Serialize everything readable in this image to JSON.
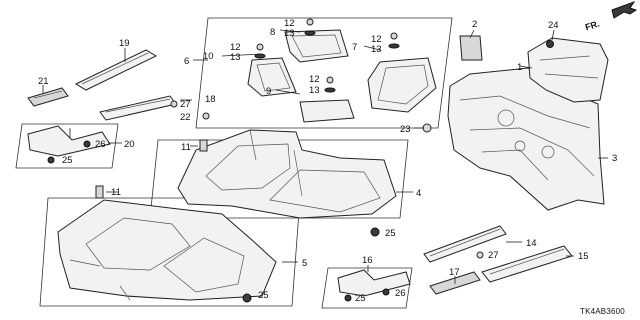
{
  "diagram": {
    "code": "TK4AB3600",
    "direction_label": "FR.",
    "callouts": {
      "c1": "1",
      "c2": "2",
      "c3": "3",
      "c4": "4",
      "c5": "5",
      "c6": "6",
      "c7": "7",
      "c8": "8",
      "c9": "9",
      "c10": "10",
      "c11a": "11",
      "c11b": "11",
      "c12a": "12",
      "c12b": "12",
      "c12c": "12",
      "c12d": "12",
      "c13a": "13",
      "c13b": "13",
      "c13c": "13",
      "c13d": "13",
      "c14": "14",
      "c15": "15",
      "c16": "16",
      "c17": "17",
      "c18": "18",
      "c19": "19",
      "c20": "20",
      "c21": "21",
      "c22": "22",
      "c23": "23",
      "c24": "24",
      "c25a": "25",
      "c25b": "25",
      "c25c": "25",
      "c25d": "25",
      "c26a": "26",
      "c26b": "26",
      "c27a": "27",
      "c27b": "27"
    }
  }
}
